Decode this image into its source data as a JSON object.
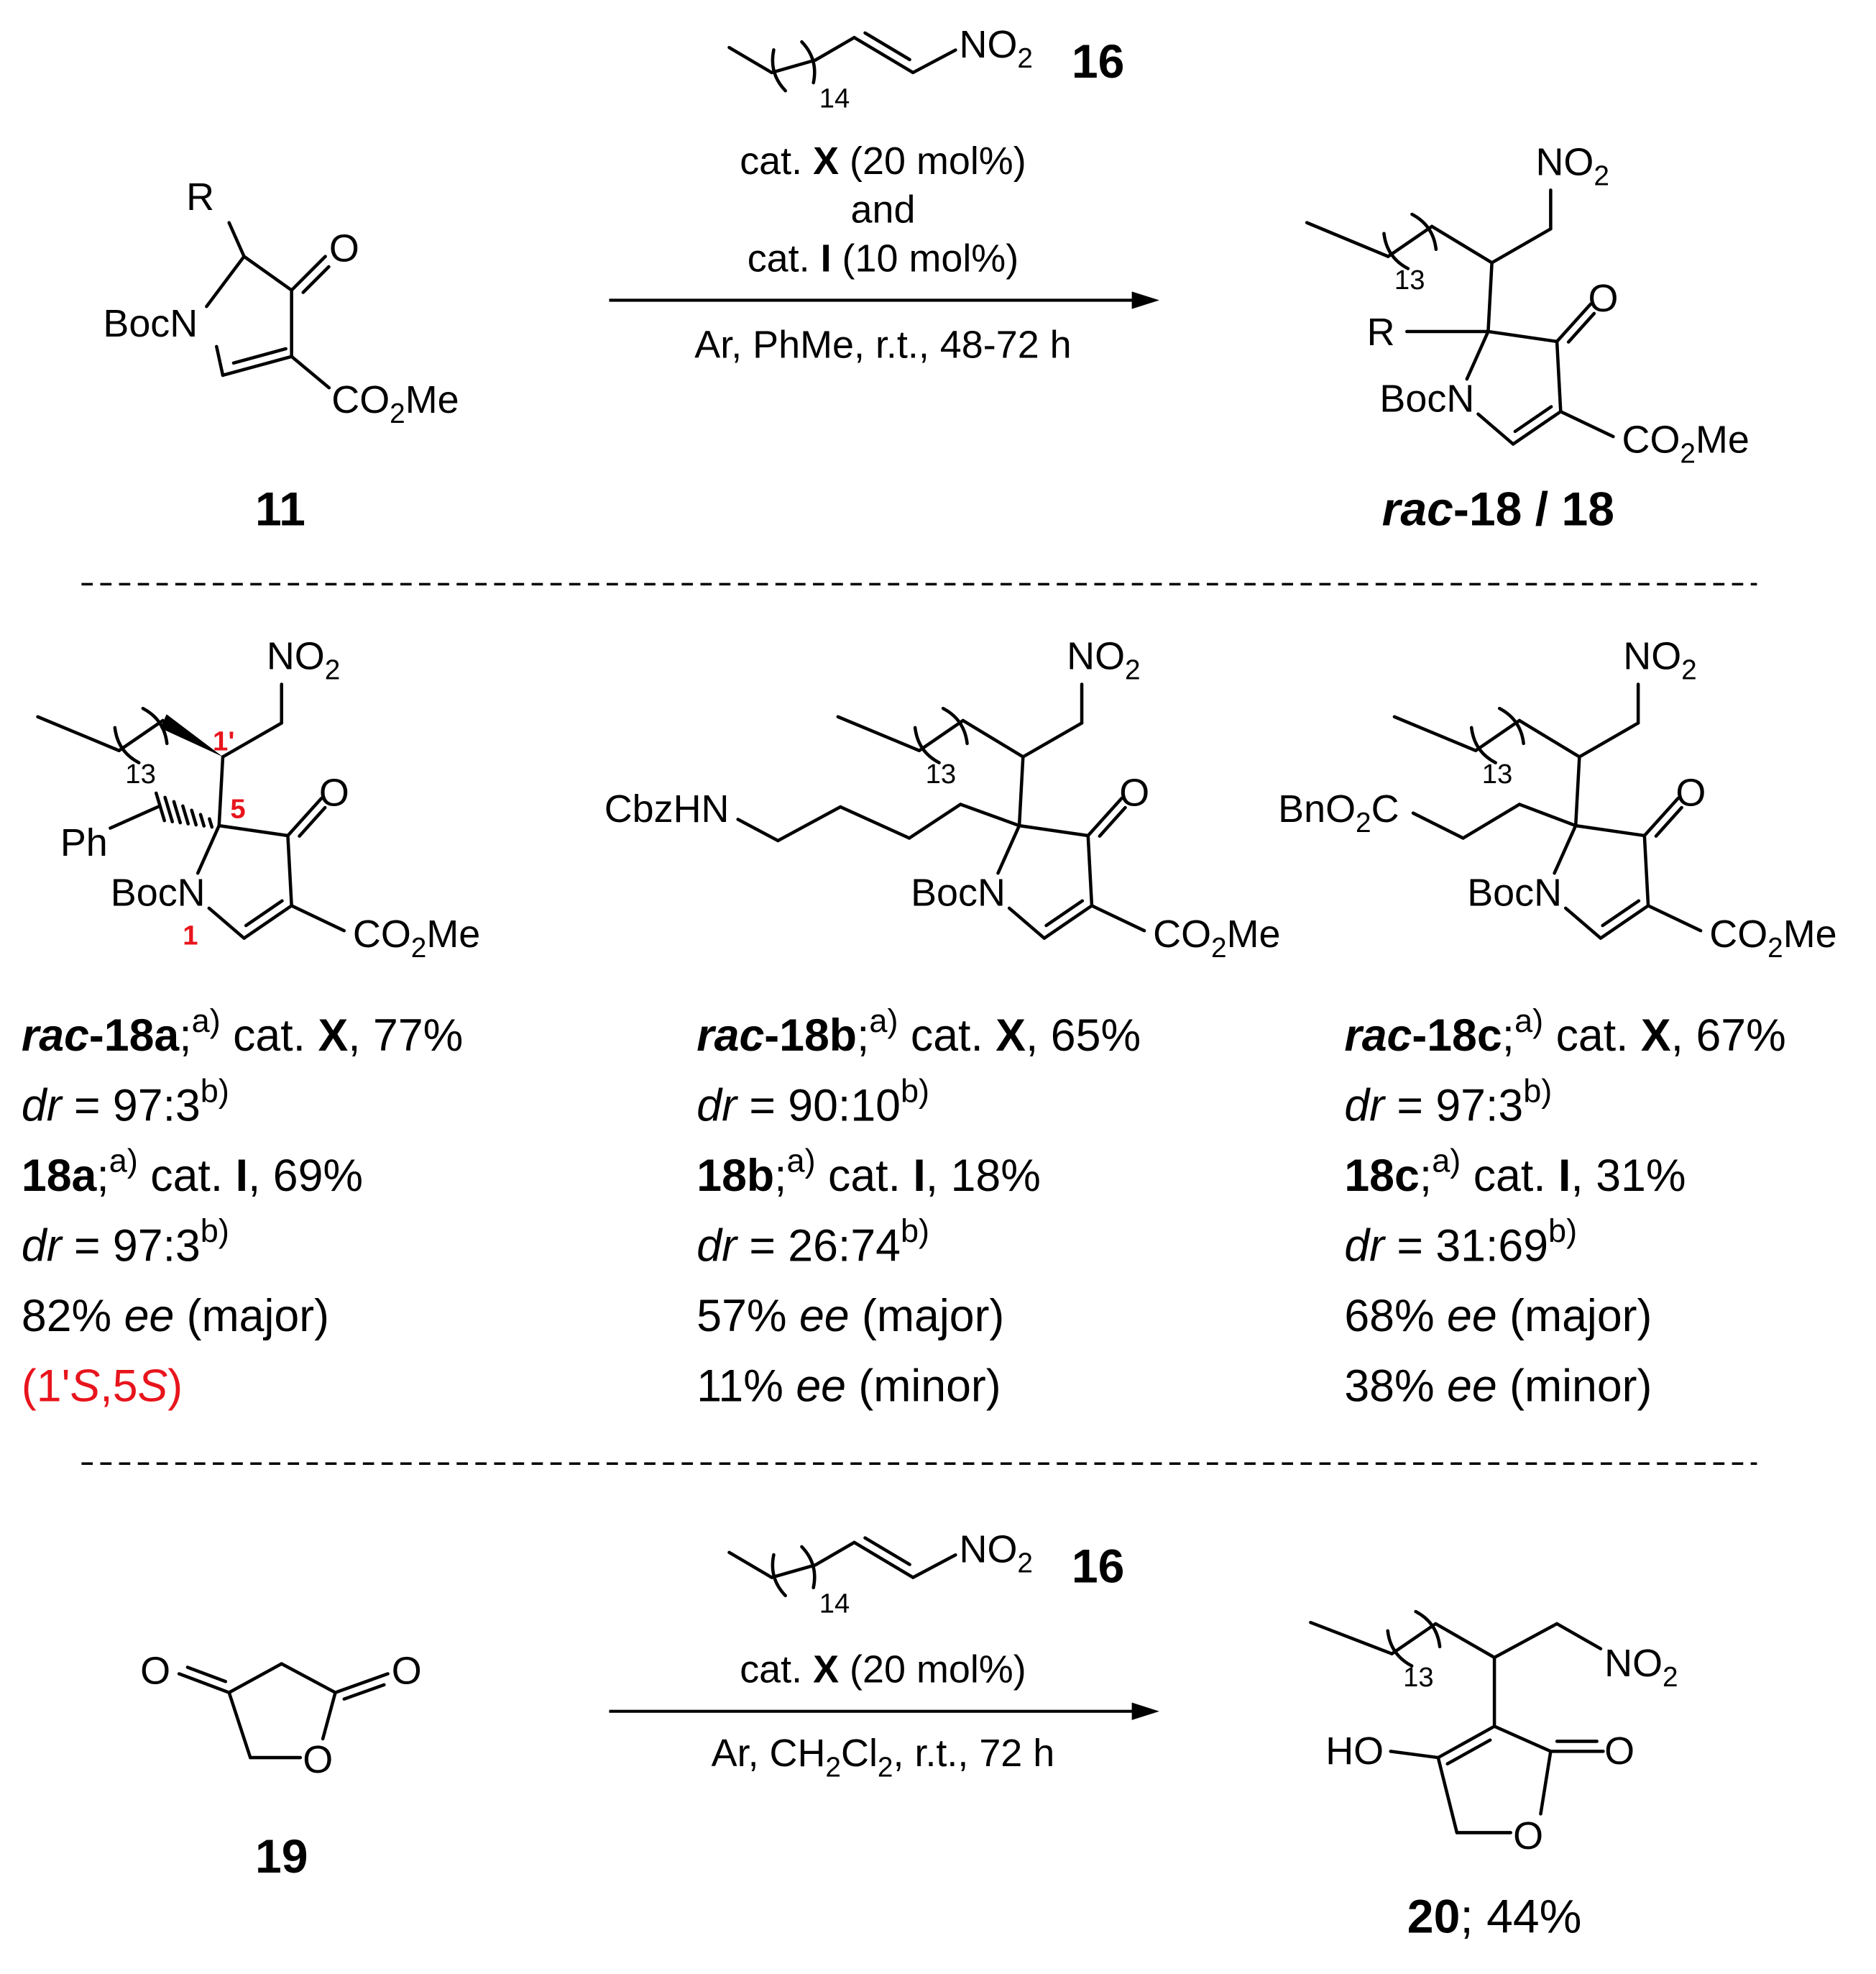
{
  "colors": {
    "text": "#000000",
    "stereo_label": "#e8141c"
  },
  "reagent16": {
    "label": [
      {
        "t": "16",
        "s": "b"
      }
    ],
    "nitro": [
      {
        "t": "NO"
      },
      {
        "t": "2",
        "s": "sub"
      }
    ],
    "repeat": [
      {
        "t": "14"
      }
    ]
  },
  "ring_labels": {
    "bocn": [
      {
        "t": "BocN"
      }
    ],
    "oxo": [
      {
        "t": "O"
      }
    ],
    "ester": [
      {
        "t": "CO"
      },
      {
        "t": "2",
        "s": "sub"
      },
      {
        "t": "Me"
      }
    ],
    "nitro": [
      {
        "t": "NO"
      },
      {
        "t": "2",
        "s": "sub"
      }
    ],
    "repeat13": [
      {
        "t": "13"
      }
    ]
  },
  "top": {
    "sm_label": [
      {
        "t": "11",
        "s": "b"
      }
    ],
    "sm_R": [
      {
        "t": "R"
      }
    ],
    "cond_line1": [
      {
        "t": "cat. "
      },
      {
        "t": "X",
        "s": "b"
      },
      {
        "t": " (20 mol%)"
      }
    ],
    "cond_line2": [
      {
        "t": "and"
      }
    ],
    "cond_line3": [
      {
        "t": "cat. "
      },
      {
        "t": "I",
        "s": "b"
      },
      {
        "t": " (10 mol%)"
      }
    ],
    "cond_below": [
      {
        "t": "Ar, PhMe, r.t., 48-72 h"
      }
    ],
    "product_R": [
      {
        "t": "R"
      }
    ],
    "product_label": [
      {
        "t": "rac",
        "s": "bi"
      },
      {
        "t": "-18 / 18",
        "s": "b"
      }
    ]
  },
  "middle": {
    "a": {
      "substituent": [
        {
          "t": "Ph"
        }
      ],
      "stereo_1p": [
        {
          "t": "1'",
          "s": "br"
        }
      ],
      "stereo_5": [
        {
          "t": "5",
          "s": "br"
        }
      ],
      "stereo_1": [
        {
          "t": "1",
          "s": "br"
        }
      ],
      "results": [
        [
          {
            "t": "rac",
            "s": "bi"
          },
          {
            "t": "-18a",
            "s": "b"
          },
          {
            "t": ";"
          },
          {
            "t": "a)",
            "s": "sup"
          },
          {
            "t": " cat. "
          },
          {
            "t": "X",
            "s": "b"
          },
          {
            "t": ", 77%"
          }
        ],
        [
          {
            "t": "dr",
            "s": "i"
          },
          {
            "t": " = 97:3"
          },
          {
            "t": "b)",
            "s": "sup"
          }
        ],
        [
          {
            "t": "18a",
            "s": "b"
          },
          {
            "t": ";"
          },
          {
            "t": "a)",
            "s": "sup"
          },
          {
            "t": " cat. "
          },
          {
            "t": "I",
            "s": "b"
          },
          {
            "t": ", 69%"
          }
        ],
        [
          {
            "t": "dr",
            "s": "i"
          },
          {
            "t": " = 97:3"
          },
          {
            "t": "b)",
            "s": "sup"
          }
        ],
        [
          {
            "t": "82% "
          },
          {
            "t": "ee",
            "s": "i"
          },
          {
            "t": " (major)"
          }
        ],
        [
          {
            "t": "(1'",
            "s": "r"
          },
          {
            "t": "S",
            "s": "ir"
          },
          {
            "t": ",5",
            "s": "r"
          },
          {
            "t": "S",
            "s": "ir"
          },
          {
            "t": ")",
            "s": "r"
          }
        ]
      ]
    },
    "b": {
      "substituent": [
        {
          "t": "CbzHN"
        }
      ],
      "results": [
        [
          {
            "t": "rac",
            "s": "bi"
          },
          {
            "t": "-18b",
            "s": "b"
          },
          {
            "t": ";"
          },
          {
            "t": "a)",
            "s": "sup"
          },
          {
            "t": " cat. "
          },
          {
            "t": "X",
            "s": "b"
          },
          {
            "t": ", 65%"
          }
        ],
        [
          {
            "t": "dr",
            "s": "i"
          },
          {
            "t": " = 90:10"
          },
          {
            "t": "b)",
            "s": "sup"
          }
        ],
        [
          {
            "t": "18b",
            "s": "b"
          },
          {
            "t": ";"
          },
          {
            "t": "a)",
            "s": "sup"
          },
          {
            "t": " cat. "
          },
          {
            "t": "I",
            "s": "b"
          },
          {
            "t": ", 18%"
          }
        ],
        [
          {
            "t": "dr",
            "s": "i"
          },
          {
            "t": " = 26:74"
          },
          {
            "t": "b)",
            "s": "sup"
          }
        ],
        [
          {
            "t": "57% "
          },
          {
            "t": "ee",
            "s": "i"
          },
          {
            "t": " (major)"
          }
        ],
        [
          {
            "t": "11% "
          },
          {
            "t": "ee",
            "s": "i"
          },
          {
            "t": " (minor)"
          }
        ]
      ]
    },
    "c": {
      "substituent": [
        {
          "t": "BnO"
        },
        {
          "t": "2",
          "s": "sub"
        },
        {
          "t": "C"
        }
      ],
      "results": [
        [
          {
            "t": "rac",
            "s": "bi"
          },
          {
            "t": "-18c",
            "s": "b"
          },
          {
            "t": ";"
          },
          {
            "t": "a)",
            "s": "sup"
          },
          {
            "t": " cat. "
          },
          {
            "t": "X",
            "s": "b"
          },
          {
            "t": ", 67%"
          }
        ],
        [
          {
            "t": "dr",
            "s": "i"
          },
          {
            "t": " = 97:3"
          },
          {
            "t": "b)",
            "s": "sup"
          }
        ],
        [
          {
            "t": "18c",
            "s": "b"
          },
          {
            "t": ";"
          },
          {
            "t": "a)",
            "s": "sup"
          },
          {
            "t": " cat. "
          },
          {
            "t": "I",
            "s": "b"
          },
          {
            "t": ", 31%"
          }
        ],
        [
          {
            "t": "dr",
            "s": "i"
          },
          {
            "t": " = 31:69"
          },
          {
            "t": "b)",
            "s": "sup"
          }
        ],
        [
          {
            "t": "68% "
          },
          {
            "t": "ee",
            "s": "i"
          },
          {
            "t": " (major)"
          }
        ],
        [
          {
            "t": "38% "
          },
          {
            "t": "ee",
            "s": "i"
          },
          {
            "t": " (minor)"
          }
        ]
      ]
    }
  },
  "bottom": {
    "sm_label": [
      {
        "t": "19",
        "s": "b"
      }
    ],
    "oxo": [
      {
        "t": "O"
      }
    ],
    "cond_line1": [
      {
        "t": "cat. "
      },
      {
        "t": "X",
        "s": "b"
      },
      {
        "t": " (20 mol%)"
      }
    ],
    "cond_below": [
      {
        "t": "Ar, CH"
      },
      {
        "t": "2",
        "s": "sub"
      },
      {
        "t": "Cl"
      },
      {
        "t": "2",
        "s": "sub"
      },
      {
        "t": ", r.t., 72 h"
      }
    ],
    "hydroxy": [
      {
        "t": "HO"
      }
    ],
    "product_label": [
      {
        "t": "20",
        "s": "b"
      },
      {
        "t": "; 44%"
      }
    ]
  }
}
